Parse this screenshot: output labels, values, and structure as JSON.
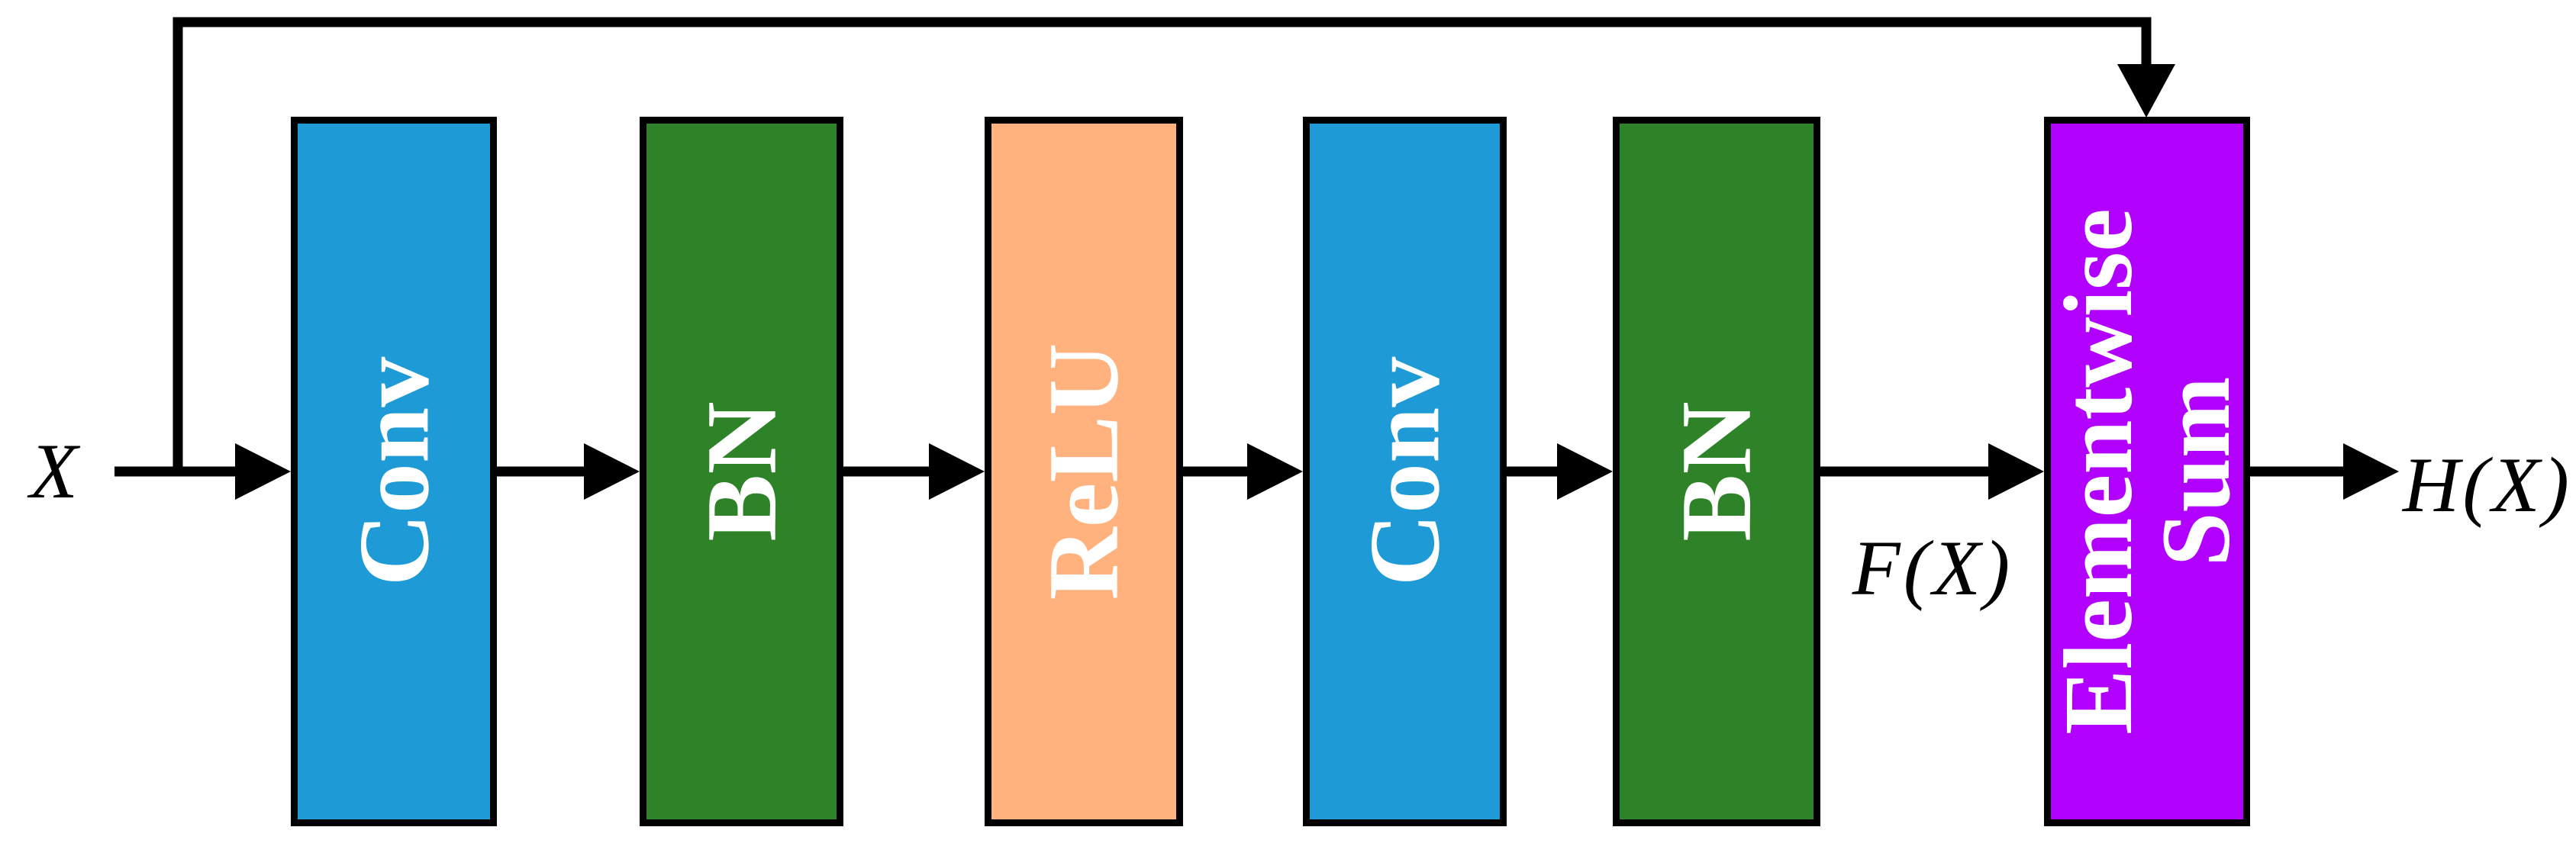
{
  "diagram": {
    "type": "residual-block-flow-diagram",
    "input_label": "X",
    "residual_label": "F(X)",
    "output_label": "H(X)",
    "blocks": [
      {
        "label": "Conv",
        "color": "#1E9AD6"
      },
      {
        "label": "BN",
        "color": "#2E8228"
      },
      {
        "label": "ReLU",
        "color": "#FFB27D"
      },
      {
        "label": "Conv",
        "color": "#1E9AD6"
      },
      {
        "label": "BN",
        "color": "#2E8228"
      },
      {
        "label": "Elementwise Sum",
        "color": "#B200FF"
      }
    ],
    "colors": {
      "line": "#000000",
      "block_text": "#FFFFFF",
      "background": "#FFFFFF"
    }
  }
}
